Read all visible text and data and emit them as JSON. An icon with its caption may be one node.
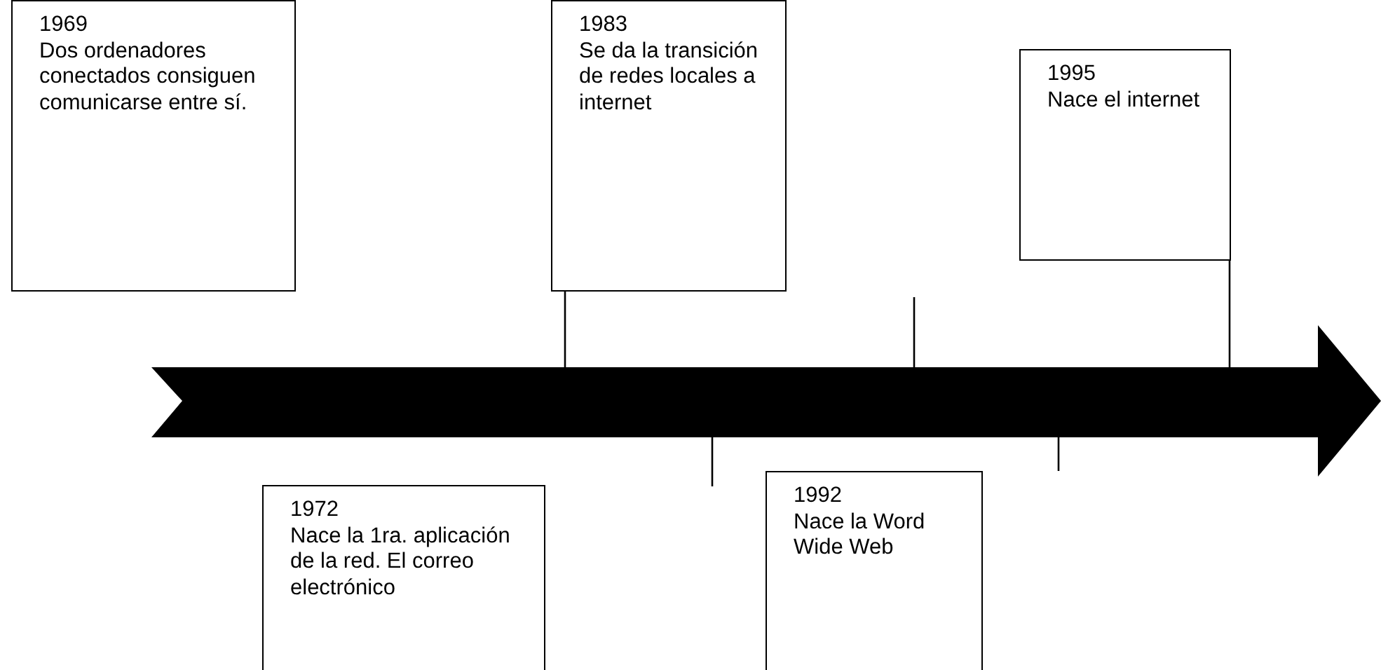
{
  "diagram": {
    "nodes": [
      {
        "text": [
          "1969",
          "Dos ordenadores conectados consiguen comunicarse entre sí."
        ]
      },
      {
        "text": [
          "1983",
          "Se da la transición de redes locales a internet"
        ]
      },
      {
        "text": [
          "1995",
          "Nace el internet"
        ]
      },
      {
        "text": [],
        "shape": "arrow"
      },
      {
        "text": [
          "1972",
          "Nace la 1ra. aplicación de la red. El correo electrónico"
        ]
      },
      {
        "text": [
          "1992",
          "Nace la Word Wide Web"
        ]
      }
    ],
    "edges": [
      {
        "from": 1,
        "to": 3,
        "arrow": "none"
      },
      {
        "from": null,
        "to": 3,
        "arrow": "none"
      },
      {
        "from": 2,
        "to": 3,
        "arrow": "none"
      },
      {
        "from": null,
        "to": 3,
        "arrow": "none"
      },
      {
        "from": null,
        "to": 3,
        "arrow": "none"
      }
    ]
  }
}
